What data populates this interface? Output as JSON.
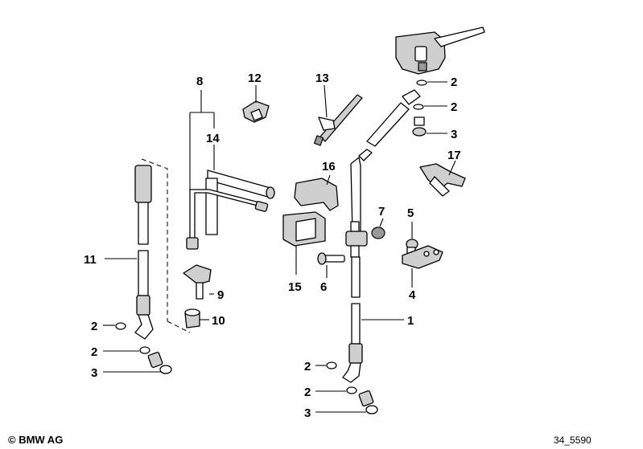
{
  "callouts": {
    "c1": "1",
    "c2a": "2",
    "c2b": "2",
    "c2c": "2",
    "c2d": "2",
    "c2e": "2",
    "c2f": "2",
    "c3a": "3",
    "c3b": "3",
    "c3c": "3",
    "c4": "4",
    "c5": "5",
    "c6": "6",
    "c7": "7",
    "c8": "8",
    "c9": "9",
    "c10": "10",
    "c11": "11",
    "c12": "12",
    "c13": "13",
    "c14": "14",
    "c15": "15",
    "c16": "16",
    "c17": "17"
  },
  "footer": {
    "copyright": "© BMW AG",
    "diagram_id": "34_5590"
  }
}
